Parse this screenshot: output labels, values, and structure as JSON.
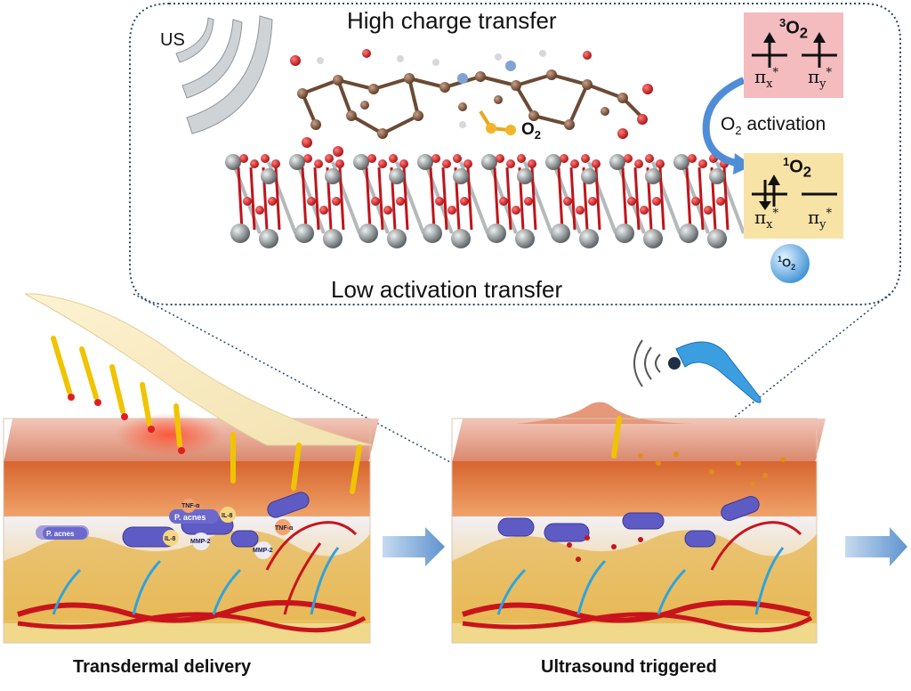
{
  "molecule_panel": {
    "title_top": "High charge transfer",
    "title_bottom": "Low activation transfer",
    "us_label": "US",
    "o2_base": "O",
    "o2_sub": "2"
  },
  "orbital_diagram": {
    "triplet_sup": "3",
    "triplet_base": "O",
    "triplet_sub": "2",
    "singlet_sup": "1",
    "singlet_base": "O",
    "singlet_sub": "2",
    "pi_symbol": "π",
    "pi_x_sub": "x",
    "pi_y_sub": "y",
    "star": "*",
    "activation_base": "O",
    "activation_sub": "2",
    "activation_text": " activation",
    "sphere_sup": "1",
    "sphere_base": "O",
    "sphere_sub": "2"
  },
  "skin_labels": {
    "p_acnes_1": "P. acnes",
    "p_acnes_2": "P. acnes",
    "tnf_1": "TNF-α",
    "tnf_2": "TNF-α",
    "il8_1": "IL-8",
    "il8_2": "IL-8",
    "mmp_1": "MMP-2",
    "mmp_2": "MMP-2"
  },
  "captions": {
    "left": "Transdermal delivery",
    "right": "Ultrasound triggered"
  },
  "colors": {
    "panel_border": "#2a4a66",
    "triplet_box": "#f4bcbf",
    "singlet_box": "#f8e3a6",
    "arrow": "#7fa8d6",
    "vessel_red": "#c8141c",
    "vessel_blue": "#2ea3dc",
    "epidermis": "#e07a42",
    "dermis": "#e9c15a",
    "bacteria": "#5e5cc4"
  }
}
